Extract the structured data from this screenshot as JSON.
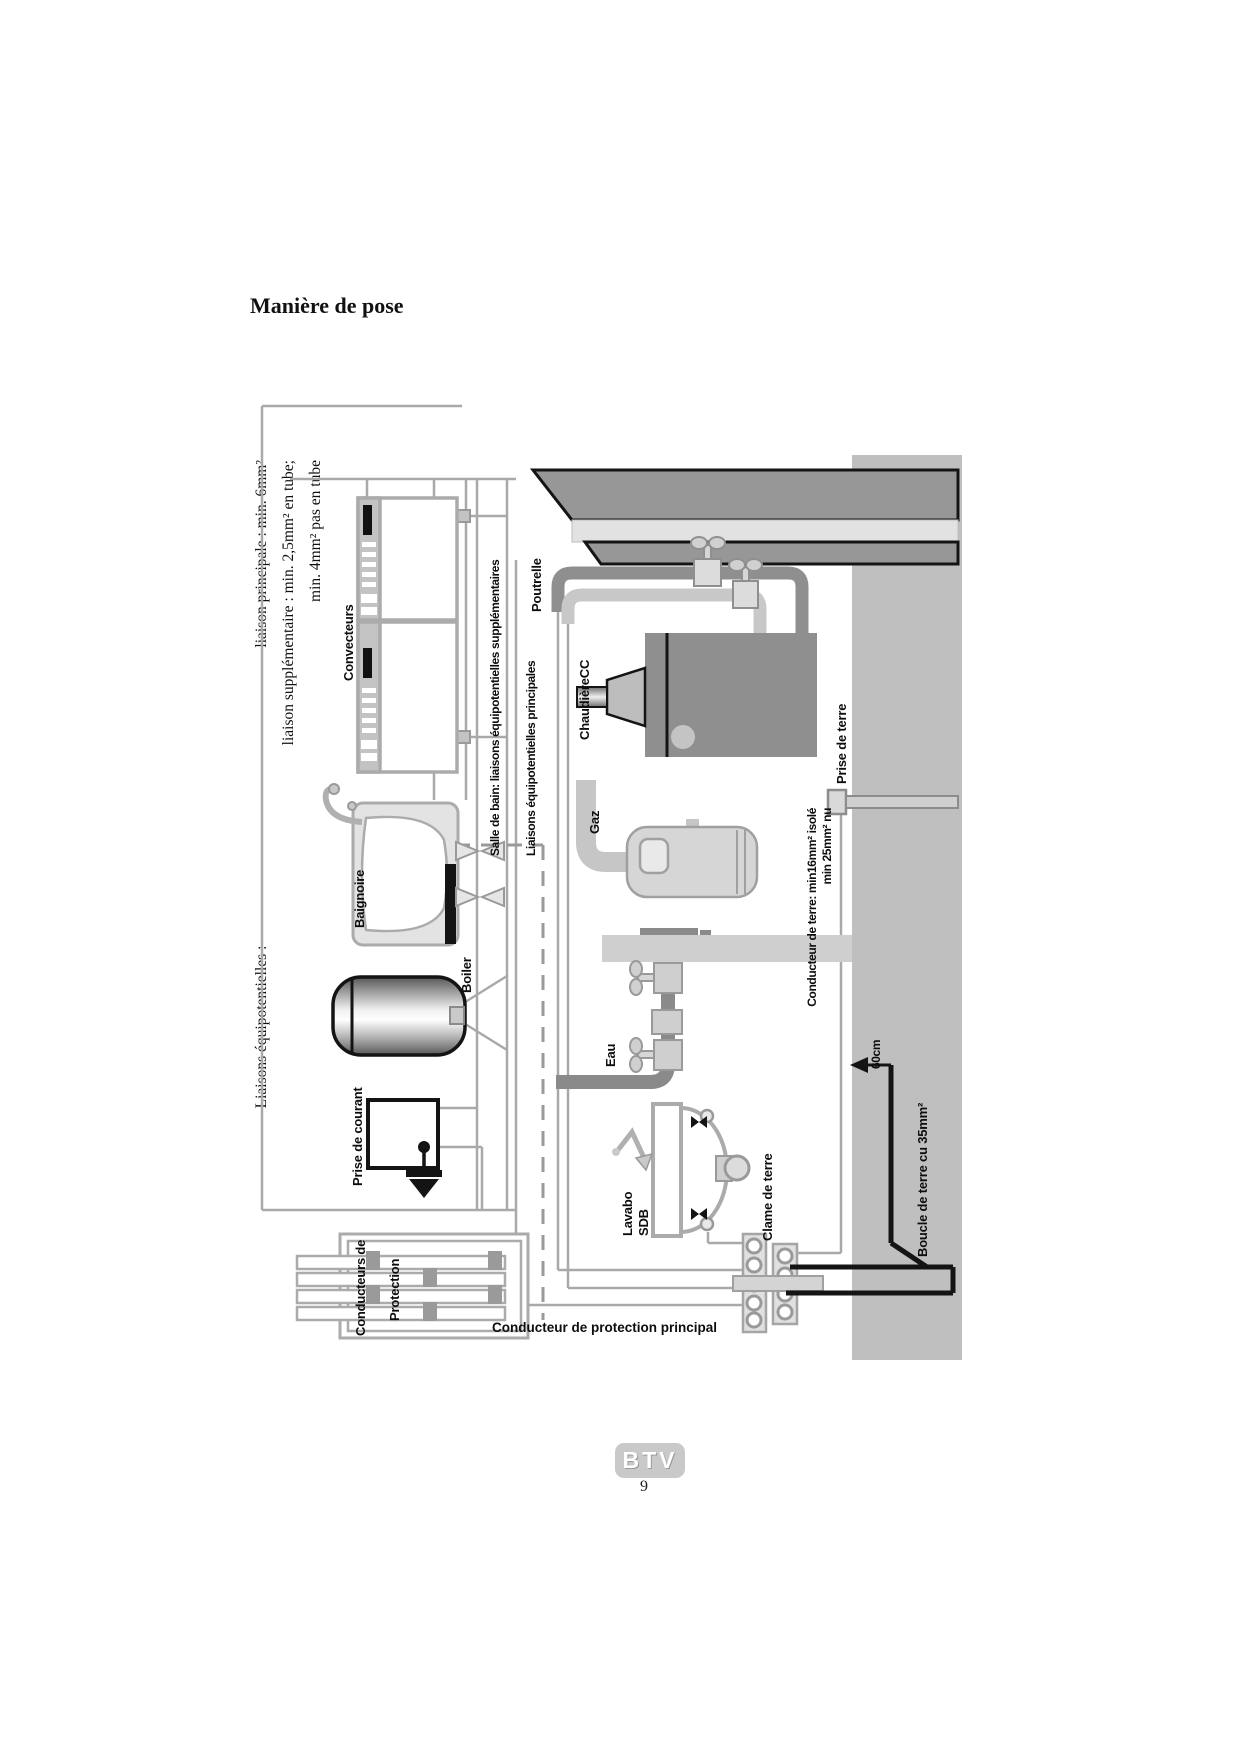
{
  "page": {
    "title": "Manière de pose",
    "page_number": "9",
    "logo": "BTV"
  },
  "legend": {
    "heading": "Liaisons équipotentielles :",
    "principale": "liaison principale : min. 6mm²",
    "supplementaire": "liaison supplémentaire : min. 2,5mm² en tube;",
    "supplementaire2": "min. 4mm² pas en tube"
  },
  "diagram": {
    "labels": {
      "convecteurs": "Convecteurs",
      "baignoire": "Baignoire",
      "boiler": "Boiler",
      "prise_courant": "Prise de courant",
      "conducteurs_de": "Conducteurs de",
      "protection": "Protection",
      "salle_de_bain": "Salle de bain: liaisons équipotentielles supplémentaires",
      "liaisons_principales": "Liaisons équipotentielles principales",
      "poutrelle": "Poutrelle",
      "chaudiere": "ChaudièreCC",
      "gaz": "Gaz",
      "eau": "Eau",
      "lavabo": "Lavabo",
      "sdb": "SDB",
      "clame_terre": "Clame de terre",
      "conducteur_terre_l1": "Conducteur de terre: min16mm² isolé",
      "conducteur_terre_l2": "min 25mm² nu",
      "prise_terre": "Prise de terre",
      "profondeur": "60cm",
      "boucle_terre": "Boucle de terre cu 35mm²",
      "conducteur_protection": "Conducteur de protection principal"
    }
  }
}
